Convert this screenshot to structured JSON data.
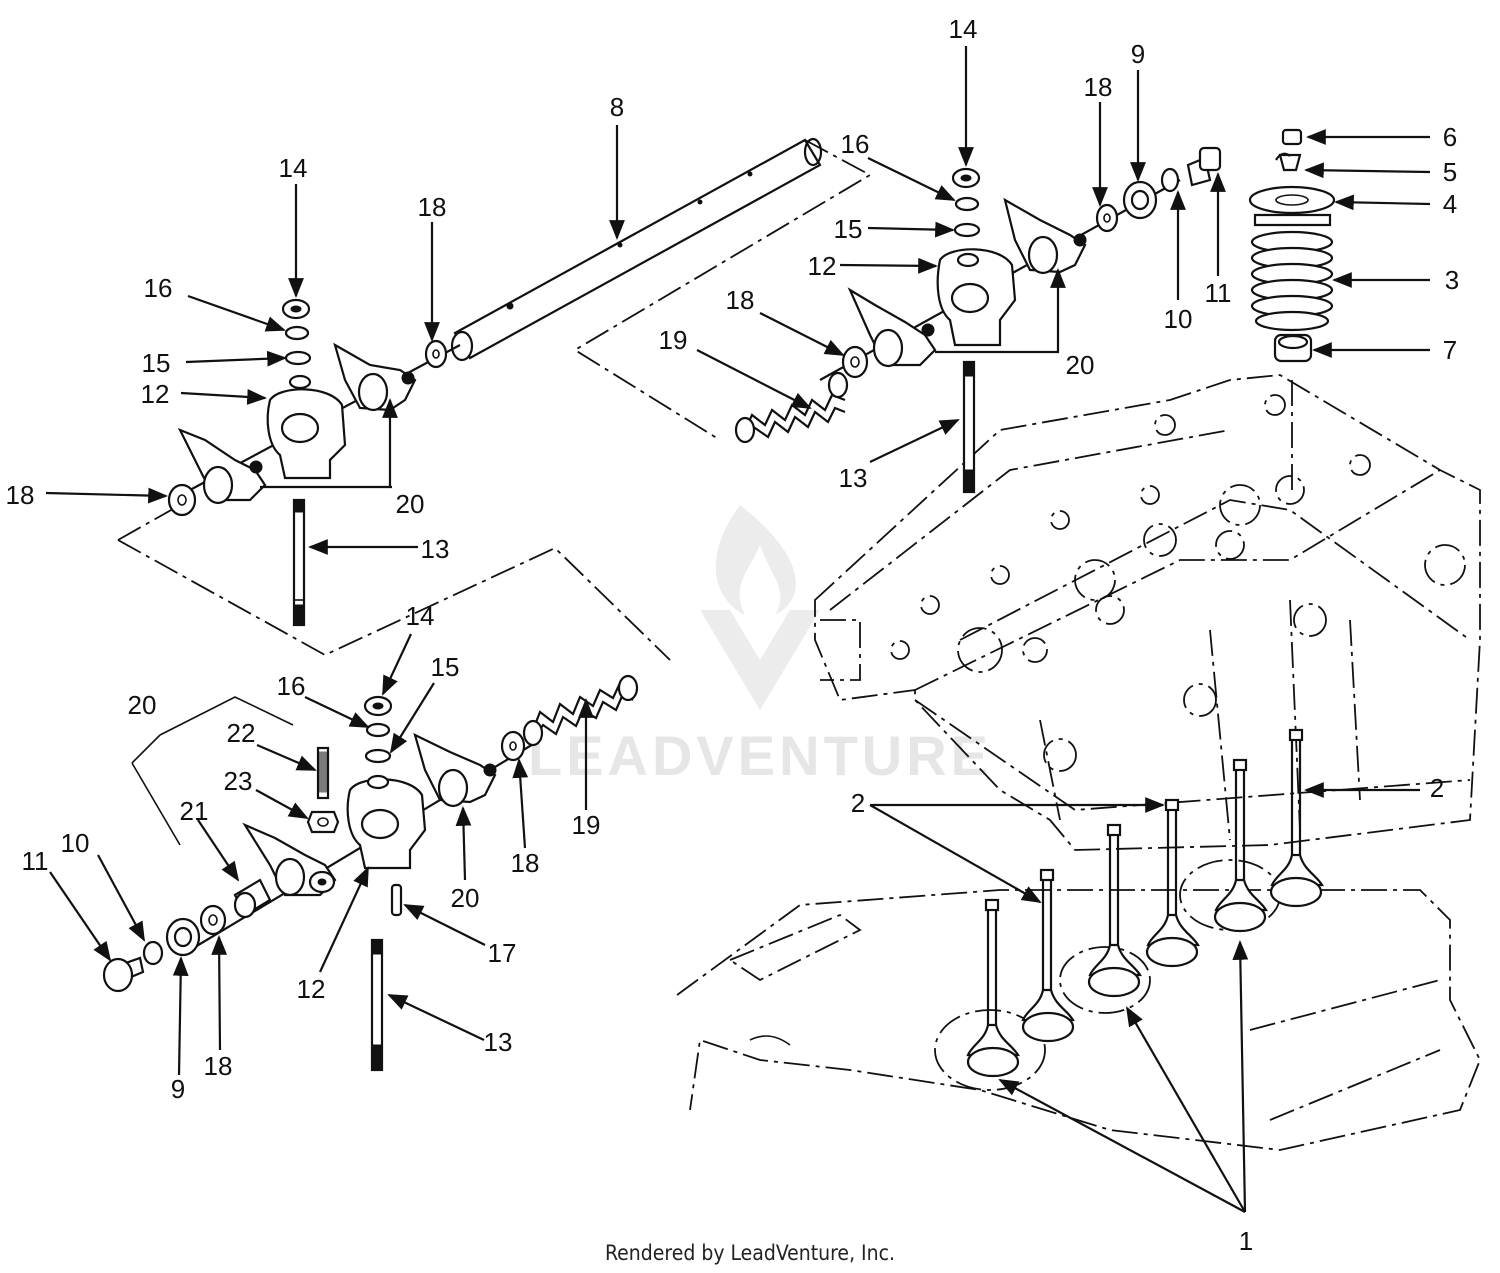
{
  "watermark": "LEADVENTURE",
  "footer": "Rendered by LeadVenture, Inc.",
  "accent_color": "#111111",
  "callouts": [
    {
      "id": "c8",
      "text": "8"
    },
    {
      "id": "c14a",
      "text": "14"
    },
    {
      "id": "c16a",
      "text": "16"
    },
    {
      "id": "c18a",
      "text": "18"
    },
    {
      "id": "c15a",
      "text": "15"
    },
    {
      "id": "c12a",
      "text": "12"
    },
    {
      "id": "c18b",
      "text": "18"
    },
    {
      "id": "c20a",
      "text": "20"
    },
    {
      "id": "c13a",
      "text": "13"
    },
    {
      "id": "c14b",
      "text": "14"
    },
    {
      "id": "c16b",
      "text": "16"
    },
    {
      "id": "c15b",
      "text": "15"
    },
    {
      "id": "c12b",
      "text": "12"
    },
    {
      "id": "c18c",
      "text": "18"
    },
    {
      "id": "c19a",
      "text": "19"
    },
    {
      "id": "c20b",
      "text": "20"
    },
    {
      "id": "c13b",
      "text": "13"
    },
    {
      "id": "c18d",
      "text": "18"
    },
    {
      "id": "c9a",
      "text": "9"
    },
    {
      "id": "c10a",
      "text": "10"
    },
    {
      "id": "c11a",
      "text": "11"
    },
    {
      "id": "c6",
      "text": "6"
    },
    {
      "id": "c5",
      "text": "5"
    },
    {
      "id": "c4",
      "text": "4"
    },
    {
      "id": "c3",
      "text": "3"
    },
    {
      "id": "c7",
      "text": "7"
    },
    {
      "id": "c14c",
      "text": "14"
    },
    {
      "id": "c16c",
      "text": "16"
    },
    {
      "id": "c15c",
      "text": "15"
    },
    {
      "id": "c20c",
      "text": "20"
    },
    {
      "id": "c22",
      "text": "22"
    },
    {
      "id": "c23",
      "text": "23"
    },
    {
      "id": "c21",
      "text": "21"
    },
    {
      "id": "c11b",
      "text": "11"
    },
    {
      "id": "c10b",
      "text": "10"
    },
    {
      "id": "c9b",
      "text": "9"
    },
    {
      "id": "c18e",
      "text": "18"
    },
    {
      "id": "c12c",
      "text": "12"
    },
    {
      "id": "c17",
      "text": "17"
    },
    {
      "id": "c13c",
      "text": "13"
    },
    {
      "id": "c20d",
      "text": "20"
    },
    {
      "id": "c18f",
      "text": "18"
    },
    {
      "id": "c19b",
      "text": "19"
    },
    {
      "id": "c2a",
      "text": "2"
    },
    {
      "id": "c2b",
      "text": "2"
    },
    {
      "id": "c1",
      "text": "1"
    }
  ]
}
